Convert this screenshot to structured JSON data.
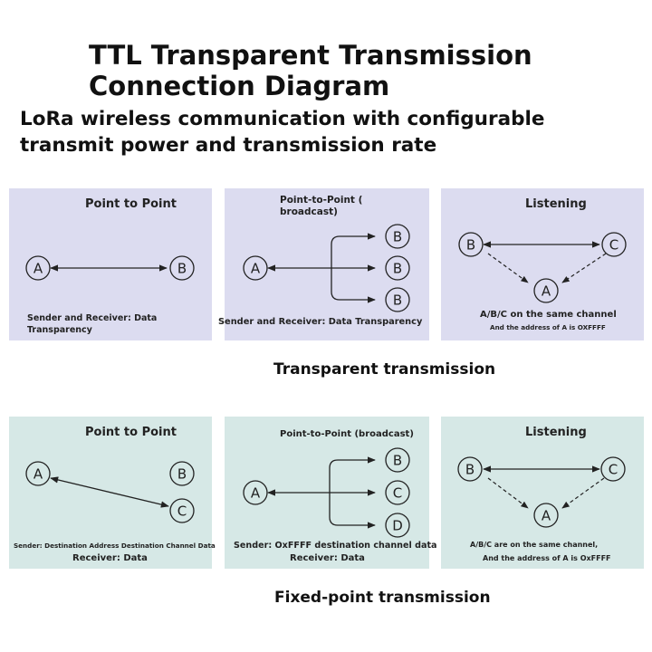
{
  "header": {
    "title_line1": "TTL Transparent Transmission",
    "title_line2": "Connection Diagram",
    "subtitle_line1": "LoRa wireless communication with configurable",
    "subtitle_line2": "transmit power and transmission rate"
  },
  "transparent": {
    "section_label": "Transparent transmission",
    "p2p": {
      "title": "Point to Point",
      "node_a": "A",
      "node_b": "B",
      "note_line1": "Sender and Receiver: Data",
      "note_line2": "Transparency"
    },
    "broadcast": {
      "title_line1": "Point-to-Point (",
      "title_line2": "broadcast)",
      "node_a": "A",
      "node_b1": "B",
      "node_b2": "B",
      "node_b3": "B",
      "note": "Sender and Receiver: Data Transparency"
    },
    "listening": {
      "title": "Listening",
      "node_a": "A",
      "node_b": "B",
      "node_c": "C",
      "note_line1": "A/B/C on the same channel",
      "note_line2": "And the address of A is OXFFFF"
    }
  },
  "fixed": {
    "section_label": "Fixed-point transmission",
    "p2p": {
      "title": "Point to Point",
      "node_a": "A",
      "node_b": "B",
      "node_c": "C",
      "note_line1": "Sender: Destination Address Destination Channel Data",
      "note_line2": "Receiver: Data"
    },
    "broadcast": {
      "title": "Point-to-Point (broadcast)",
      "node_a": "A",
      "node_b": "B",
      "node_c": "C",
      "node_d": "D",
      "note_line1": "Sender: OxFFFF destination channel data",
      "note_line2": "Receiver: Data"
    },
    "listening": {
      "title": "Listening",
      "node_a": "A",
      "node_b": "B",
      "node_c": "C",
      "note_line1": "A/B/C are on the same channel,",
      "note_line2": "And the address of A is OxFFFF"
    }
  }
}
